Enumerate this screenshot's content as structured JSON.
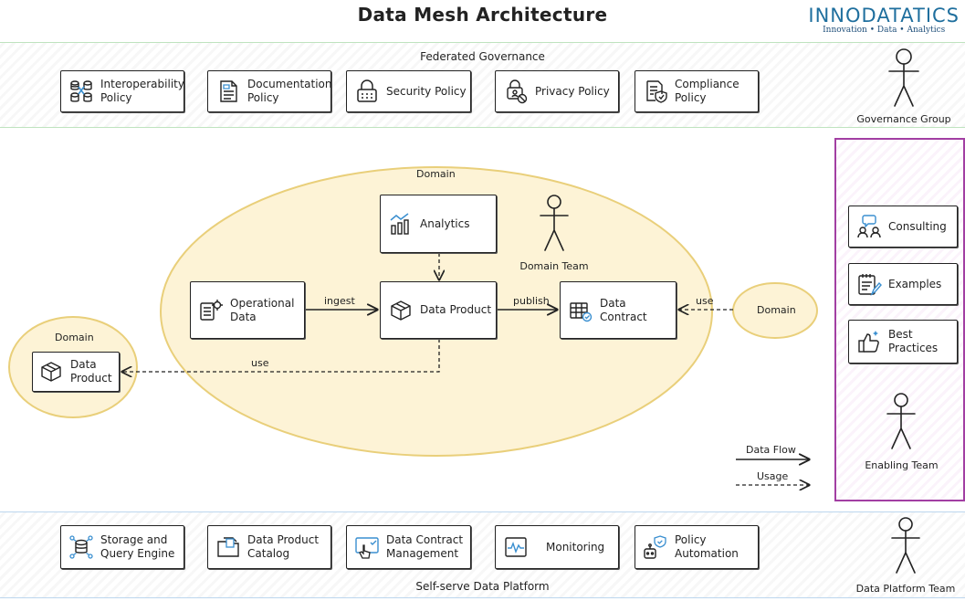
{
  "title": "Data Mesh Architecture",
  "logo": {
    "wordmark": "INNODATATICS",
    "tagline": "Innovation • Data • Analytics"
  },
  "governance": {
    "band_label": "Federated Governance",
    "policies": [
      {
        "label": "Interoperability Policy",
        "icon": "database-link-icon"
      },
      {
        "label": "Documentation Policy",
        "icon": "document-icon"
      },
      {
        "label": "Security Policy",
        "icon": "lock-icon"
      },
      {
        "label": "Privacy Policy",
        "icon": "privacy-icon"
      },
      {
        "label": "Compliance Policy",
        "icon": "compliance-shield-icon"
      }
    ],
    "actor": "Governance Group"
  },
  "domain_main": {
    "label": "Domain",
    "analytics": "Analytics",
    "operational_data": "Operational Data",
    "data_product": "Data Product",
    "data_contract": "Data Contract",
    "team": "Domain Team",
    "edge_ingest": "ingest",
    "edge_publish": "publish",
    "edge_use_left": "use",
    "edge_use_right": "use"
  },
  "domain_left": {
    "label": "Domain",
    "data_product": "Data Product"
  },
  "domain_right": {
    "label": "Domain"
  },
  "enabling": {
    "items": [
      {
        "label": "Consulting",
        "icon": "consulting-icon"
      },
      {
        "label": "Examples",
        "icon": "notepad-icon"
      },
      {
        "label": "Best Practices",
        "icon": "thumbs-up-icon"
      }
    ],
    "actor": "Enabling Team"
  },
  "legend": {
    "data_flow": "Data Flow",
    "usage": "Usage"
  },
  "platform": {
    "band_label": "Self-serve Data Platform",
    "tools": [
      {
        "label": "Storage and Query Engine",
        "icon": "storage-icon"
      },
      {
        "label": "Data Product Catalog",
        "icon": "catalog-icon"
      },
      {
        "label": "Data Contract Management",
        "icon": "contract-management-icon"
      },
      {
        "label": "Monitoring",
        "icon": "monitoring-icon"
      },
      {
        "label": "Policy Automation",
        "icon": "robot-icon"
      }
    ],
    "actor": "Data Platform Team"
  },
  "colors": {
    "domain_fill": "#fdf3d6",
    "domain_stroke": "#e9cf7a",
    "enabling_border": "#a23fa3",
    "icon_blue": "#3a8fd0"
  }
}
